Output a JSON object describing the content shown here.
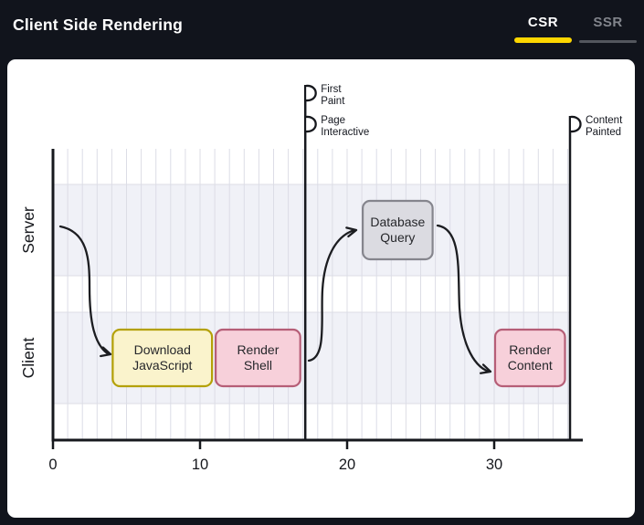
{
  "header": {
    "title": "Client Side Rendering",
    "tabs": [
      {
        "id": "csr",
        "label": "CSR",
        "active": true
      },
      {
        "id": "ssr",
        "label": "SSR",
        "active": false
      }
    ],
    "accent": "#fdd600",
    "inactive_underline": "#53565d",
    "inactive_text": "#82858c"
  },
  "palette": {
    "yellow": {
      "fill": "#faf3cc",
      "border": "#b4a107"
    },
    "pink": {
      "fill": "#f7d0da",
      "border": "#b65e77"
    },
    "gray": {
      "fill": "#dbdbe1",
      "border": "#85858d"
    },
    "band": "#f0f1f7",
    "grid": "#dcdde6",
    "axis": "#16181d",
    "ink": "#1c1d21"
  },
  "chart_data": {
    "type": "bar",
    "subtype": "render-timeline",
    "title": "Client Side Rendering",
    "lanes": [
      "Server",
      "Client"
    ],
    "x_ticks": [
      0,
      10,
      20,
      30
    ],
    "xlim": [
      0,
      36
    ],
    "grid": true,
    "tasks": [
      {
        "label": "Download JavaScript",
        "lines": [
          "Download",
          "JavaScript"
        ],
        "lane": "Client",
        "start": 4,
        "end": 11,
        "color": "yellow"
      },
      {
        "label": "Render Shell",
        "lines": [
          "Render",
          "Shell"
        ],
        "lane": "Client",
        "start": 11,
        "end": 17,
        "color": "pink"
      },
      {
        "label": "Database Query",
        "lines": [
          "Database",
          "Query"
        ],
        "lane": "Server",
        "start": 21,
        "end": 26,
        "color": "gray"
      },
      {
        "label": "Render Content",
        "lines": [
          "Render",
          "Content"
        ],
        "lane": "Client",
        "start": 30,
        "end": 35,
        "color": "pink"
      }
    ],
    "events": [
      {
        "label": "First Paint",
        "lines": [
          "First",
          "Paint"
        ],
        "t": 17,
        "row": 0
      },
      {
        "label": "Page Interactive",
        "lines": [
          "Page",
          "Interactive"
        ],
        "t": 17,
        "row": 1
      },
      {
        "label": "Content Painted",
        "lines": [
          "Content",
          "Painted"
        ],
        "t": 35,
        "row": 1
      }
    ],
    "connections": [
      {
        "from": "axis-start",
        "to": "Download JavaScript"
      },
      {
        "from": "Render Shell",
        "to": "Database Query"
      },
      {
        "from": "Database Query",
        "to": "Render Content"
      }
    ]
  }
}
